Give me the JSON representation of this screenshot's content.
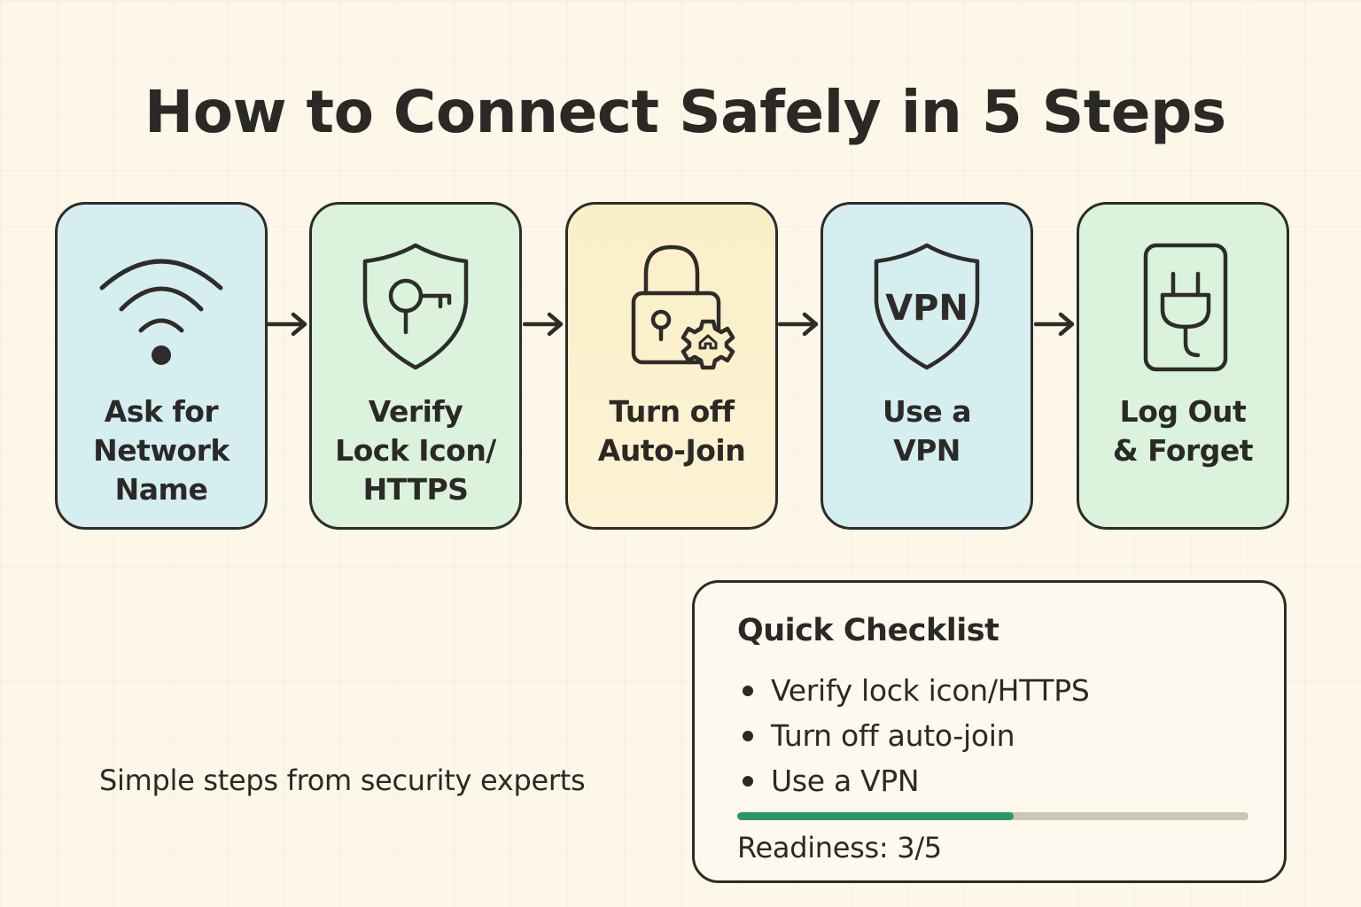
{
  "title": "How to Connect Safely in 5 Steps",
  "steps": [
    {
      "label": "Ask for\nNetwork\nName",
      "icon": "wifi-icon"
    },
    {
      "label": "Verify\nLock Icon/\nHTTPS",
      "icon": "shield-key-icon"
    },
    {
      "label": "Turn off\nAuto-Join",
      "icon": "padlock-gear-icon"
    },
    {
      "label": "Use a\nVPN",
      "icon": "vpn-shield-icon",
      "icon_text": "VPN"
    },
    {
      "label": "Log Out\n& Forget",
      "icon": "unplug-icon"
    }
  ],
  "tagline": "Simple steps from security experts",
  "checklist": {
    "title": "Quick Checklist",
    "items": [
      "Verify lock icon/HTTPS",
      "Turn off auto-join",
      "Use a VPN"
    ],
    "readiness_label": "Readiness: 3/5",
    "readiness_value": 3,
    "readiness_total": 5
  },
  "colors": {
    "background": "#fcf7e8",
    "outline": "#2e2c29",
    "blue_card": "#d5eef0",
    "green_card": "#dbf2dc",
    "yellow_card": "#fbefc8",
    "progress_fill": "#2f9466",
    "progress_track": "#c9c6b4"
  }
}
